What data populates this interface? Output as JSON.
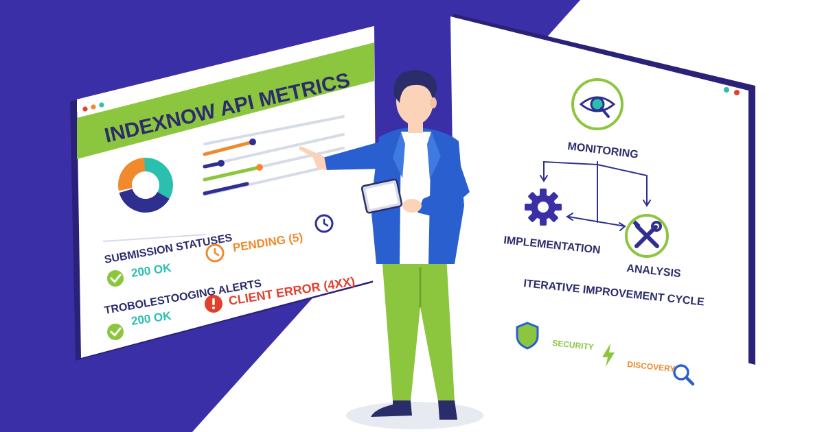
{
  "colors": {
    "background_purple": "#3b2fa8",
    "accent_green": "#8cc63f",
    "accent_orange": "#f08a2c",
    "accent_teal": "#2bbfb0",
    "accent_red": "#e0412f",
    "accent_navy": "#2e2f8f",
    "text_dark": "#2b2d6b",
    "jacket_blue": "#2a5fd0",
    "trousers_green": "#8cc63f"
  },
  "left_window": {
    "title": "INDEXNOW API METRICS",
    "submission_heading": "SUBMISSION STATUSES",
    "submission_ok": "200 OK",
    "pending_label": "PENDING (5)",
    "alerts_heading": "TROBOLESTOOGING ALERTS",
    "alerts_ok": "200 OK",
    "client_error": "CLIENT ERROR (4XX)",
    "icons": [
      "donut-chart-icon",
      "clock-icon",
      "check-icon",
      "error-icon"
    ]
  },
  "right_window": {
    "monitoring_label": "MONITORING",
    "implementation_label": "IMPLEMENTATION",
    "analysis_label": "ANALYSIS",
    "cycle_label": "ITERATIVE IMPROVEMENT CYCLE",
    "icons": [
      "eye-search-icon",
      "gear-icon",
      "tools-icon"
    ]
  },
  "footer_tags": {
    "security": "SECURITY",
    "discovery": "DISCOVERY",
    "icons": [
      "shield-icon",
      "lightning-icon",
      "magnifier-icon"
    ]
  }
}
